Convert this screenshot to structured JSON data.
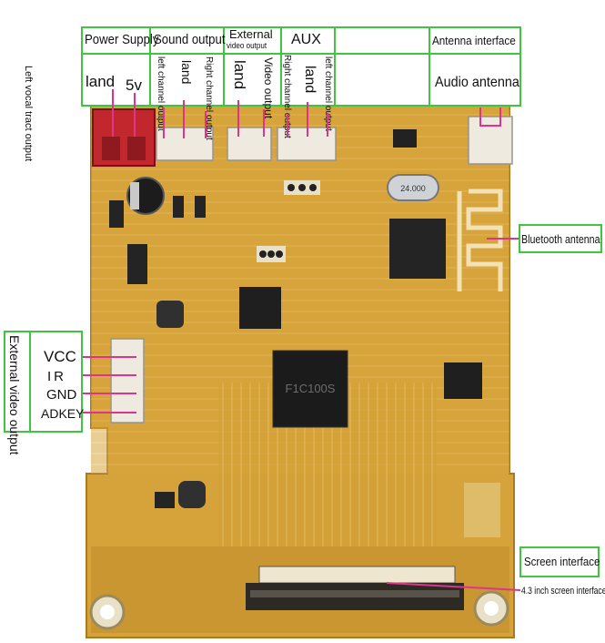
{
  "header": {
    "power_supply": "Power Supply",
    "sound_output": "Sound output",
    "external_line1": "External",
    "external_line2": "video output",
    "aux": "AUX",
    "antenna_interface": "Antenna interface"
  },
  "subheader": {
    "land_power": "land",
    "five_v": "5v",
    "left_channel_output": "left channel output",
    "land_sound": "land",
    "right_channel_output": "Right channel output",
    "land_video": "land",
    "video_output": "Video output",
    "aux_right_channel_output": "Right channel output",
    "land_aux": "land",
    "aux_left_channel_output": "left channel output",
    "audio_antenna": "Audio antenna"
  },
  "side_left": {
    "left_vocal_tract_output": "Left vocal tract output",
    "external_video_output": "External video output",
    "vcc": "VCC",
    "ir": "IR",
    "gnd": "GND",
    "adkey": "ADKEY"
  },
  "side_right": {
    "bluetooth_antenna": "Bluetooth antenna",
    "screen_interface": "Screen interface",
    "screen_interface_43": "4.3 inch screen interface"
  },
  "board": {
    "main_chip_text": "F1C100S",
    "crystal_text": "24.000"
  },
  "colors": {
    "label_border": "#3ec63e",
    "pointer_line": "#e0348c",
    "pcb": "#d9a63a",
    "pcb_dark": "#b5842a"
  }
}
